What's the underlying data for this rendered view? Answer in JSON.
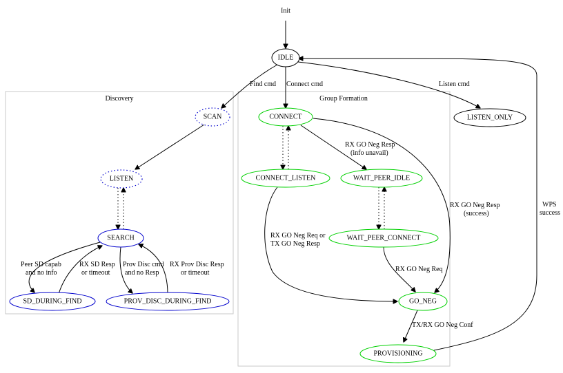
{
  "clusters": {
    "discovery": "Discovery",
    "group_formation": "Group Formation"
  },
  "nodes": {
    "init": "Init",
    "idle": "IDLE",
    "scan": "SCAN",
    "listen": "LISTEN",
    "search": "SEARCH",
    "sd_during_find": "SD_DURING_FIND",
    "prov_disc_during_find": "PROV_DISC_DURING_FIND",
    "connect": "CONNECT",
    "connect_listen": "CONNECT_LISTEN",
    "wait_peer_idle": "WAIT_PEER_IDLE",
    "wait_peer_connect": "WAIT_PEER_CONNECT",
    "go_neg": "GO_NEG",
    "provisioning": "PROVISIONING",
    "listen_only": "LISTEN_ONLY"
  },
  "edges": {
    "find_cmd": "Find cmd",
    "connect_cmd": "Connect cmd",
    "listen_cmd": "Listen cmd",
    "peer_sd_1": "Peer SD capab",
    "peer_sd_2": "and no info",
    "rx_sd_1": "RX SD Resp",
    "rx_sd_2": "or timeout",
    "prov_disc_1": "Prov Disc cmd",
    "prov_disc_2": "and no Resp",
    "rx_prov_1": "RX Prov Disc Resp",
    "rx_prov_2": "or timeout",
    "rx_go_unavail_1": "RX GO Neg Resp",
    "rx_go_unavail_2": "(info unavail)",
    "rx_go_success_1": "RX GO Neg Resp",
    "rx_go_success_2": "(success)",
    "rx_go_req_1": "RX GO Neg Req or",
    "rx_go_req_2": "TX GO Neg Resp",
    "rx_go_neg_req": "RX GO Neg Req",
    "txrx_conf": "TX/RX GO Neg Conf",
    "wps_1": "WPS",
    "wps_2": "success"
  }
}
